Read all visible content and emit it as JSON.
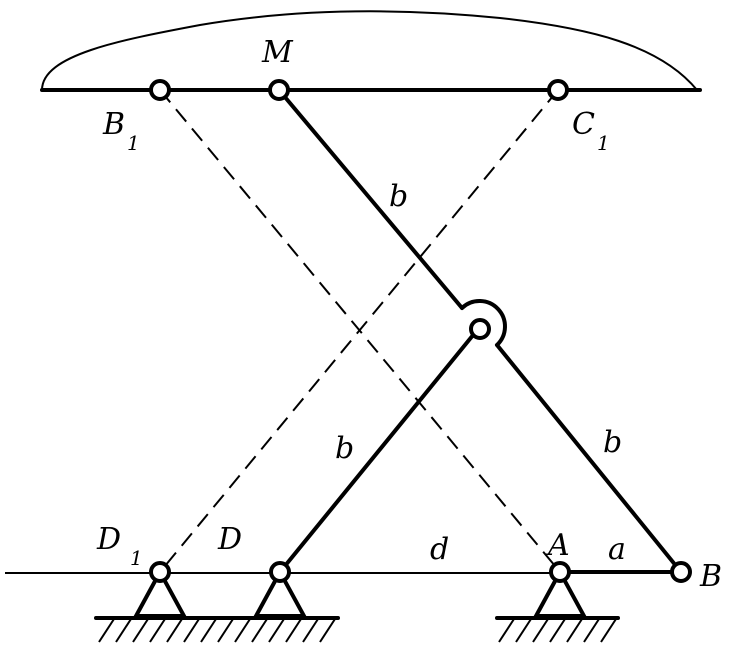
{
  "labels": {
    "M": "M",
    "B1": "B",
    "B1_sub": "1",
    "C1": "C",
    "C1_sub": "1",
    "D1": "D",
    "D1_sub": "1",
    "D": "D",
    "A": "A",
    "B": "B",
    "link_b_upper": "b",
    "link_b_left": "b",
    "link_b_right": "b",
    "link_d": "d",
    "link_a": "a"
  }
}
